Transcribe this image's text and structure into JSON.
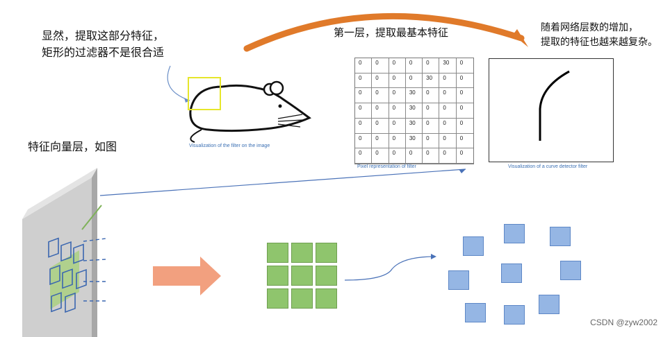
{
  "texts": {
    "note_filter": "显然，提取这部分特征，\n矩形的过滤器不是很合适",
    "layer_title": "第一层，提取最基本特征",
    "note_complex": "随着网络层数的增加，\n提取的特征也越来越复杂。",
    "vector_layer": "特征向量层，如图",
    "caption_mouse": "Visualization of the filter on the image",
    "caption_pixel": "Pixel representation of filter",
    "caption_curve": "Visualization of a curve detector filter",
    "watermark": "CSDN @zyw2002"
  },
  "pixel_grid": [
    [
      "0",
      "0",
      "0",
      "0",
      "0",
      "30",
      "0"
    ],
    [
      "0",
      "0",
      "0",
      "0",
      "30",
      "0",
      "0"
    ],
    [
      "0",
      "0",
      "0",
      "30",
      "0",
      "0",
      "0"
    ],
    [
      "0",
      "0",
      "0",
      "30",
      "0",
      "0",
      "0"
    ],
    [
      "0",
      "0",
      "0",
      "30",
      "0",
      "0",
      "0"
    ],
    [
      "0",
      "0",
      "0",
      "30",
      "0",
      "0",
      "0"
    ],
    [
      "0",
      "0",
      "0",
      "0",
      "0",
      "0",
      "0"
    ]
  ],
  "colors": {
    "arc": "#e07a2a",
    "arrow_big": "#f2a07f",
    "green": "#8fc56d",
    "blue": "#95b6e4",
    "highlight": "#e6e62a",
    "link": "#4a72b8"
  }
}
